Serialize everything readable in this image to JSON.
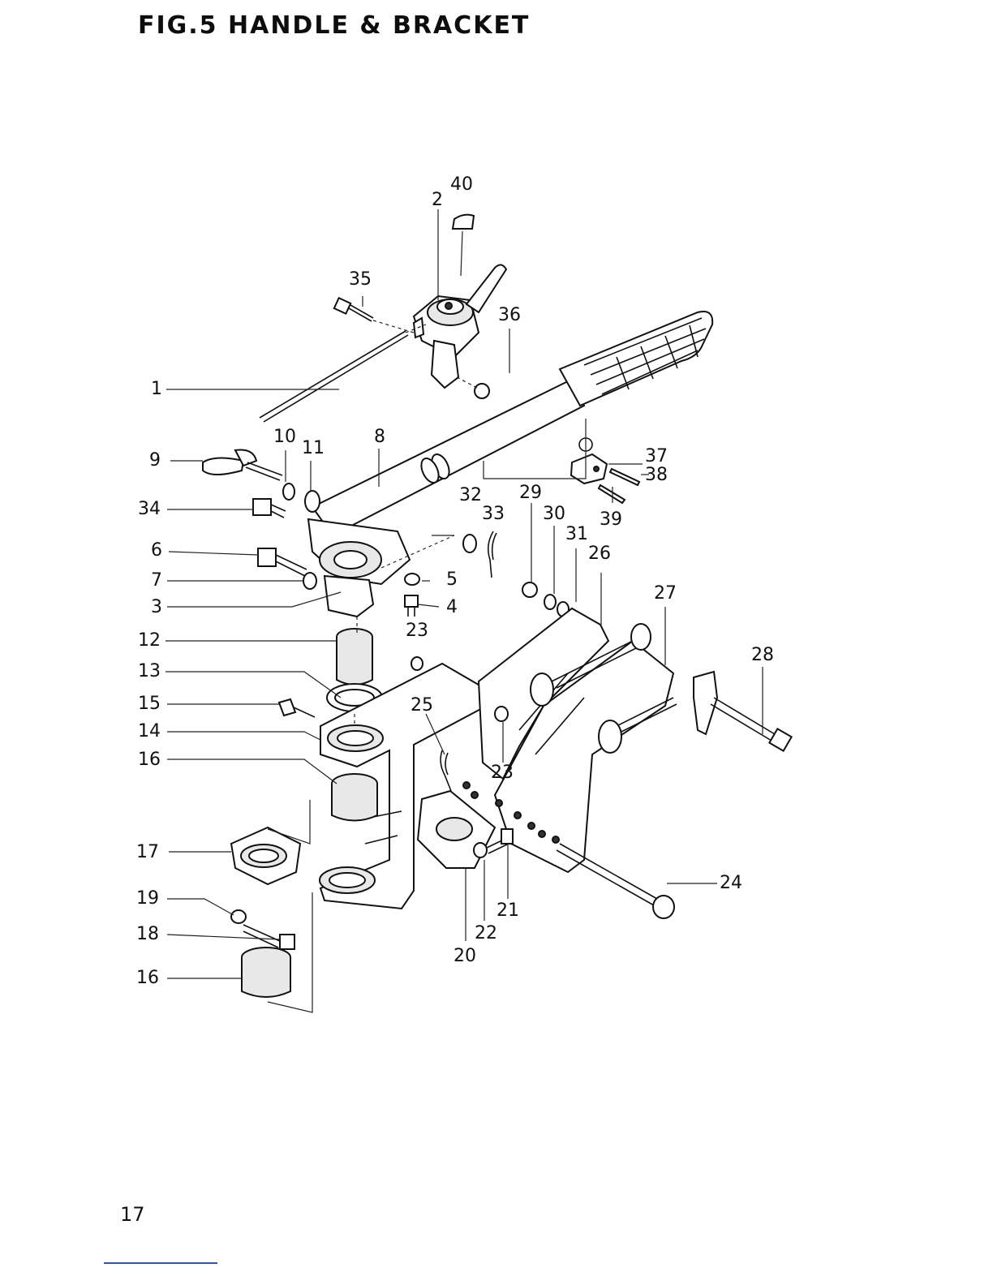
{
  "figure": {
    "title": "FIG.5 HANDLE & BRACKET"
  },
  "page": {
    "number": "17"
  },
  "callouts": {
    "c1": "1",
    "c2": "2",
    "c3": "3",
    "c4": "4",
    "c5": "5",
    "c6": "6",
    "c7": "7",
    "c8": "8",
    "c9": "9",
    "c10": "10",
    "c11": "11",
    "c12": "12",
    "c13": "13",
    "c14": "14",
    "c15": "15",
    "c16a": "16",
    "c16b": "16",
    "c17": "17",
    "c18": "18",
    "c19": "19",
    "c20": "20",
    "c21": "21",
    "c22": "22",
    "c23a": "23",
    "c23b": "23",
    "c24": "24",
    "c25": "25",
    "c26": "26",
    "c27": "27",
    "c28": "28",
    "c29": "29",
    "c30": "30",
    "c31": "31",
    "c32": "32",
    "c33": "33",
    "c34": "34",
    "c35": "35",
    "c36": "36",
    "c37": "37",
    "c38": "38",
    "c39": "39",
    "c40": "40"
  }
}
